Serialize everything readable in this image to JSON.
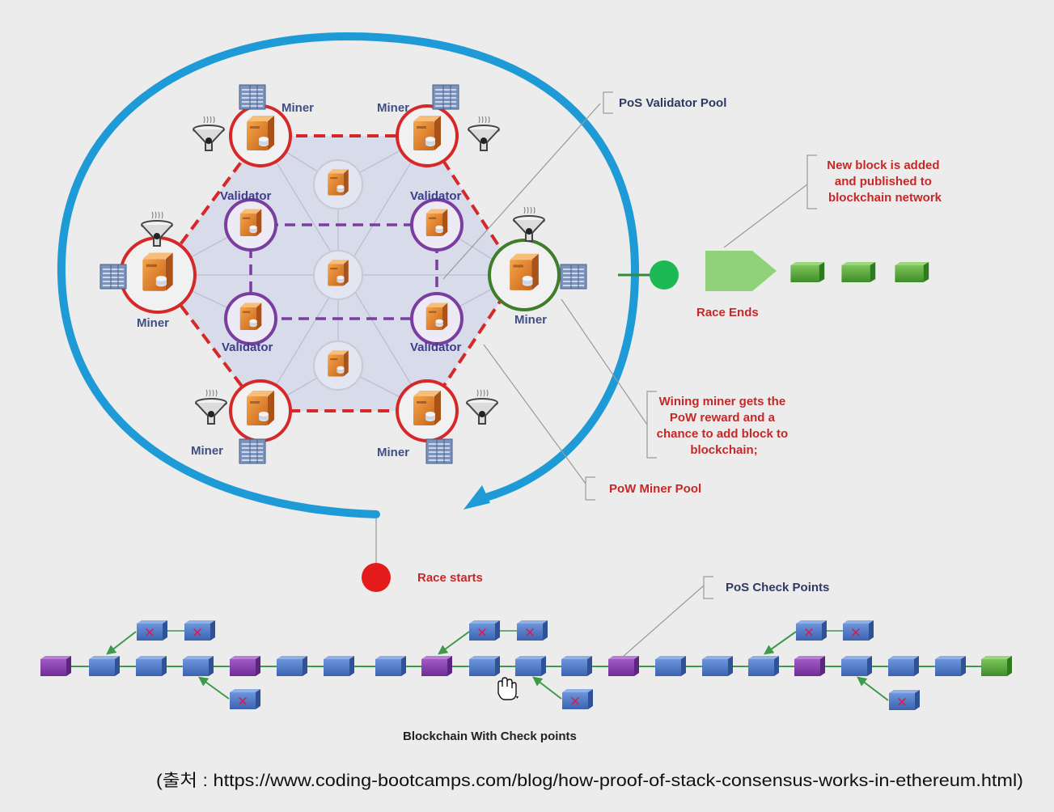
{
  "labels": {
    "miner": "Miner",
    "validator": "Validator",
    "pos_validator_pool": "PoS Validator Pool",
    "new_block_1": "New block is added",
    "new_block_2": "and published to",
    "new_block_3": "blockchain network",
    "race_ends": "Race Ends",
    "wining_1": "Wining miner gets the",
    "wining_2": "PoW reward and a",
    "wining_3": "chance to add block to",
    "wining_4": "blockchain;",
    "pow_miner_pool": "PoW Miner Pool",
    "race_starts": "Race starts",
    "pos_check_points": "PoS Check Points",
    "caption": "Blockchain With Check points",
    "source": "(출처 : https://www.coding-bootcamps.com/blog/how-proof-of-stack-consensus-works-in-ethereum.html)"
  },
  "colors": {
    "cycle_arrow": "#1e9bd7",
    "miner_ring": "#d62828",
    "winner_ring": "#3f7d2a",
    "validator_ring": "#7a3ea0",
    "server": "#e67e22",
    "block_blue": "#4a78c8",
    "block_purple": "#8a3fb0",
    "block_green": "#5aab3e",
    "race_start_dot": "#e31b1b",
    "race_end_dot": "#1db954",
    "hexagon_fill": "#c9cee8"
  },
  "chain": {
    "main": [
      "purple",
      "blue",
      "blue",
      "blue",
      "purple",
      "blue",
      "blue",
      "blue",
      "purple",
      "blue",
      "blue",
      "blue",
      "purple",
      "blue",
      "blue",
      "blue",
      "purple",
      "blue",
      "blue",
      "blue",
      "green"
    ],
    "rejected_marker": "✕"
  }
}
